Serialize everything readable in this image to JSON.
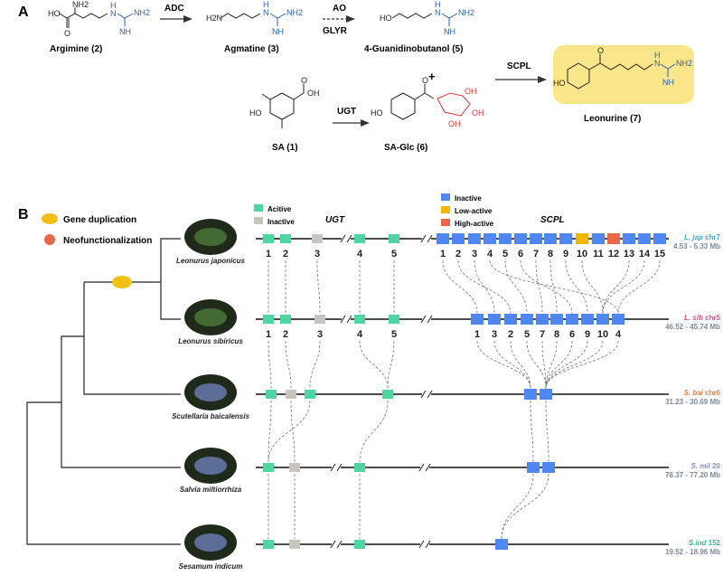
{
  "panel_a": {
    "label": "A",
    "compounds": {
      "arginine": "Argimine (2)",
      "agmatine": "Agmatine (3)",
      "guanidinobutanol": "4-Guanidinobutanol (5)",
      "sa": "SA (1)",
      "sa_glc": "SA-Glc (6)",
      "leonurine": "Leonurine (7)"
    },
    "enzymes": {
      "adc": "ADC",
      "ao": "AO",
      "glyr": "GLYR",
      "ugt": "UGT",
      "scpl": "SCPL"
    },
    "plus": "+",
    "atoms": {
      "ho": "HO",
      "o": "O",
      "nh2": "NH2",
      "h2n": "H2N",
      "h": "H",
      "n": "N",
      "nh": "NH",
      "oh": "OH"
    },
    "highlight_color": "#f9e68a"
  },
  "panel_b": {
    "label": "B",
    "events": [
      {
        "label": "Gene duplication",
        "color": "#f2c014"
      },
      {
        "label": "Neofunctionalization",
        "color": "#e8674a"
      }
    ],
    "ugt_legend": [
      {
        "label": "Acitive",
        "color": "#4fd6a0"
      },
      {
        "label": "Inactive",
        "color": "#c8c5bd"
      }
    ],
    "scpl_legend": [
      {
        "label": "Inactive",
        "color": "#4f86f0"
      },
      {
        "label": "Low-active",
        "color": "#f2b705"
      },
      {
        "label": "High-active",
        "color": "#e8674a"
      }
    ],
    "ugt_title": "UGT",
    "scpl_title": "SCPL",
    "species": [
      {
        "name": "Leonurus japonicus",
        "chr_abbrev": "L. jap",
        "chr": "chr7",
        "range": "4.53 - 5.33 Mb",
        "color": "#3aa8d8",
        "ugt": [
          {
            "label": "1",
            "state": "active"
          },
          {
            "label": "2",
            "state": "active"
          },
          {
            "label": "3",
            "state": "inactive"
          },
          {
            "label": "4",
            "state": "active"
          },
          {
            "label": "5",
            "state": "active"
          }
        ],
        "scpl": [
          {
            "label": "1",
            "state": "inactive"
          },
          {
            "label": "2",
            "state": "inactive"
          },
          {
            "label": "3",
            "state": "inactive"
          },
          {
            "label": "4",
            "state": "inactive"
          },
          {
            "label": "5",
            "state": "inactive"
          },
          {
            "label": "6",
            "state": "inactive"
          },
          {
            "label": "7",
            "state": "inactive"
          },
          {
            "label": "8",
            "state": "inactive"
          },
          {
            "label": "9",
            "state": "inactive"
          },
          {
            "label": "10",
            "state": "low"
          },
          {
            "label": "11",
            "state": "inactive"
          },
          {
            "label": "12",
            "state": "high"
          },
          {
            "label": "13",
            "state": "inactive"
          },
          {
            "label": "14",
            "state": "inactive"
          },
          {
            "label": "15",
            "state": "inactive"
          }
        ]
      },
      {
        "name": "Leonurus sibiricus",
        "chr_abbrev": "L. sib",
        "chr": "chr5",
        "range": "46.52 - 45.74 Mb",
        "color": "#d94f8f",
        "ugt": [
          {
            "label": "1",
            "state": "active"
          },
          {
            "label": "2",
            "state": "active"
          },
          {
            "label": "3",
            "state": "inactive"
          },
          {
            "label": "4",
            "state": "active"
          },
          {
            "label": "5",
            "state": "active"
          }
        ],
        "scpl": [
          {
            "label": "1",
            "state": "inactive"
          },
          {
            "label": "3",
            "state": "inactive"
          },
          {
            "label": "2",
            "state": "inactive"
          },
          {
            "label": "5",
            "state": "inactive"
          },
          {
            "label": "7",
            "state": "inactive"
          },
          {
            "label": "8",
            "state": "inactive"
          },
          {
            "label": "6",
            "state": "inactive"
          },
          {
            "label": "9",
            "state": "inactive"
          },
          {
            "label": "10",
            "state": "inactive"
          },
          {
            "label": "4",
            "state": "inactive"
          }
        ]
      },
      {
        "name": "Scutellaria baicalensis",
        "chr_abbrev": "S. bai",
        "chr": "chr6",
        "range": "31.23 - 30.69 Mb",
        "color": "#e8834a",
        "ugt": [
          {
            "state": "active"
          },
          {
            "state": "inactive"
          },
          {
            "state": "active"
          },
          {
            "state": "active"
          }
        ],
        "scpl": [
          {
            "state": "inactive"
          },
          {
            "state": "inactive"
          }
        ]
      },
      {
        "name": "Salvia miltiorrhiza",
        "chr_abbrev": "S. mil",
        "chr": "20",
        "range": "78.37 - 77.20 Mb",
        "color": "#8a8fc0",
        "ugt": [
          {
            "state": "active"
          },
          {
            "state": "inactive"
          },
          {
            "state": "active"
          }
        ],
        "scpl": [
          {
            "state": "inactive"
          },
          {
            "state": "inactive"
          }
        ]
      },
      {
        "name": "Sesamum indicum",
        "chr_abbrev": "S.ind",
        "chr": "152",
        "range": "19.52 - 18.96 Mb",
        "color": "#3fb88a",
        "ugt": [
          {
            "state": "active"
          },
          {
            "state": "inactive"
          },
          {
            "state": "active"
          }
        ],
        "scpl": [
          {
            "state": "inactive"
          }
        ]
      }
    ],
    "synteny": {
      "ugt": [
        [
          [
            0,
            0
          ],
          [
            1,
            1
          ],
          [
            2,
            2
          ],
          [
            3,
            3
          ],
          [
            4,
            4
          ]
        ],
        [
          [
            0,
            0
          ],
          [
            1,
            1
          ],
          [
            2,
            2
          ],
          [
            3,
            3
          ],
          [
            4,
            3
          ]
        ],
        [
          [
            0,
            0
          ],
          [
            1,
            1
          ],
          [
            2,
            0
          ],
          [
            3,
            2
          ]
        ],
        [
          [
            0,
            0
          ],
          [
            1,
            1
          ],
          [
            2,
            2
          ]
        ]
      ],
      "scpl": [
        [
          [
            0,
            0
          ],
          [
            1,
            2
          ],
          [
            2,
            1
          ],
          [
            3,
            9
          ],
          [
            4,
            3
          ],
          [
            5,
            6
          ],
          [
            6,
            4
          ],
          [
            7,
            5
          ],
          [
            8,
            7
          ],
          [
            9,
            8
          ],
          [
            12,
            8
          ],
          [
            13,
            8
          ],
          [
            14,
            9
          ]
        ],
        [
          [
            0,
            0
          ],
          [
            1,
            0
          ],
          [
            2,
            0
          ],
          [
            3,
            1
          ],
          [
            4,
            1
          ],
          [
            5,
            1
          ],
          [
            6,
            1
          ],
          [
            7,
            1
          ],
          [
            8,
            1
          ],
          [
            9,
            1
          ]
        ],
        [
          [
            0,
            0
          ],
          [
            1,
            1
          ]
        ],
        [
          [
            0,
            0
          ],
          [
            1,
            0
          ]
        ]
      ]
    }
  }
}
